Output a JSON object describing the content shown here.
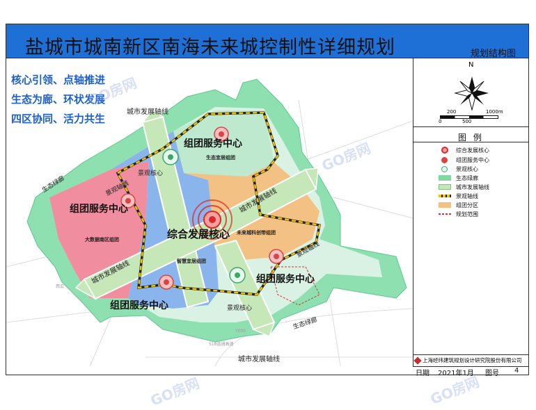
{
  "title": "盐城市城南新区南海未来城控制性详细规划",
  "subtitle": "规划结构图",
  "slogans": [
    "核心引领、点轴推进",
    "生态为廊、环状发展",
    "四区协同、活力共生"
  ],
  "map_labels": {
    "axis_city_top": "城市发展轴线",
    "axis_city_right": "城市发展轴线",
    "axis_city_left": "城市发展轴线",
    "axis_city_bottom": "城市发展轴线",
    "scenic_axis_left": "景观轴线",
    "scenic_axis_right": "景观轴线",
    "scenic_core_top": "景观核心",
    "scenic_core_bottom": "景观核心",
    "eco_corridor_left": "生态绿廊",
    "eco_corridor_bottom": "生态绿廊",
    "service_center_top": "组团服务中心",
    "service_center_left": "组团服务中心",
    "service_center_right": "组团服务中心",
    "service_center_bottom": "组团服务中心",
    "main_core": "综合发展核心",
    "zone_eco": "生态宜居组团",
    "zone_bigdata": "大数据南区组团",
    "zone_smart": "智慧宜居组团",
    "zone_future": "未来城科创带组团",
    "road_label": "S18盐通高速",
    "road_label_2": "Y000",
    "district_small": "西瓜"
  },
  "compass": {
    "north": "N",
    "scale_ticks_top": [
      "200",
      "1000m"
    ],
    "scale_ticks_bottom": [
      "0",
      "500"
    ]
  },
  "legend": {
    "title": "图 例",
    "items": [
      {
        "label": "综合发展核心",
        "symbol": "core-ring",
        "color": "#d92a2a"
      },
      {
        "label": "组团服务中心",
        "symbol": "center-dot",
        "color": "#d94444"
      },
      {
        "label": "景观核心",
        "symbol": "green-dot",
        "color": "#3aa86a"
      },
      {
        "label": "生态绿廊",
        "symbol": "green-band",
        "color": "#7fd9a2"
      },
      {
        "label": "城市发展轴线",
        "symbol": "axis-band",
        "color": "#c6e8b8"
      },
      {
        "label": "景观轴线",
        "symbol": "dash-line",
        "color": "#f2c400"
      },
      {
        "label": "组团分区",
        "symbol": "zone-fill",
        "color": "#f4c185"
      },
      {
        "label": "规划范围",
        "symbol": "red-dash",
        "color": "#d93030"
      }
    ]
  },
  "footer": {
    "company": "上海经纬建筑规划设计研究院股份有限公司",
    "date_label": "日期",
    "date_value": "2021年1月",
    "fig_label": "图号",
    "fig_value": "4"
  },
  "watermarks": [
    "GO房网",
    "GO房网",
    "GO房网",
    "GO房网"
  ],
  "colors": {
    "header_blue": "#1e6fd6",
    "slogan_blue": "#1b5fd0",
    "eco_green": "#8fe0b0",
    "zone_pink": "#f08ea0",
    "zone_blue": "#8ab4ec",
    "zone_orange": "#f4c185",
    "zone_mint": "#d9f2e4"
  }
}
